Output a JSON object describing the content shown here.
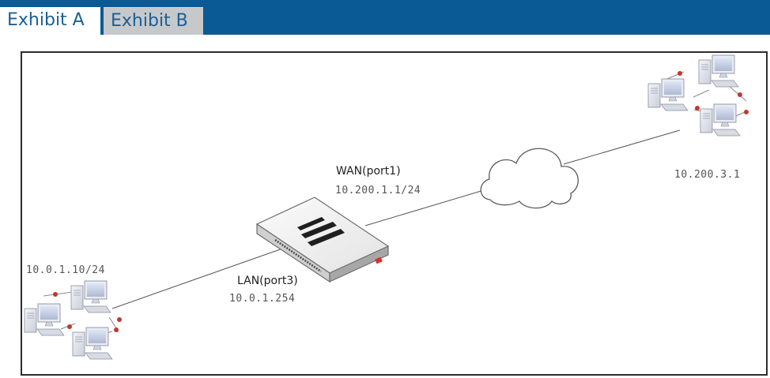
{
  "tabs": [
    {
      "label": "Exhibit A",
      "active": true
    },
    {
      "label": "Exhibit B",
      "active": false
    }
  ],
  "colors": {
    "tab_bar": "#0a5a95",
    "tab_text": "#1b5f97",
    "inactive_tab": "#c6c8ca",
    "link_dot": "#c0392b"
  },
  "diagram": {
    "wan": {
      "label": "WAN(port1)",
      "ip": "10.200.1.1/24"
    },
    "lan": {
      "label": "LAN(port3)",
      "ip": "10.0.1.254"
    },
    "remote_network_ip": "10.200.3.1",
    "local_network_ip": "10.0.1.10/24",
    "icons": {
      "firewall": "firewall-appliance-icon",
      "cloud": "internet-cloud-icon",
      "local_hosts": "workstation-group-icon",
      "remote_hosts": "workstation-group-icon"
    }
  }
}
